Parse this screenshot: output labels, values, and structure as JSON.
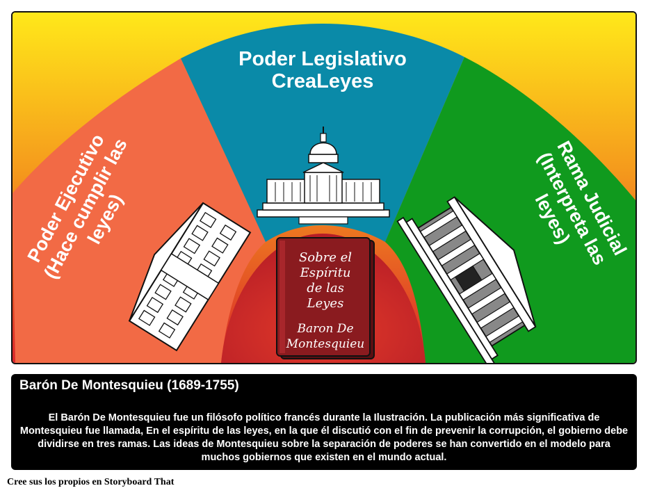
{
  "segments": {
    "legislative": {
      "line1": "Poder Legislativo",
      "line2": "CreaLeyes"
    },
    "executive": {
      "line1": "Poder Ejecutivo",
      "line2": "(Hace cumplir las",
      "line3": "leyes)"
    },
    "judicial": {
      "line1": "Rama Judicial",
      "line2": "(Interpreta las",
      "line3": "leyes)"
    }
  },
  "book": {
    "line1": "Sobre el",
    "line2": "Espíritu",
    "line3": "de las",
    "line4": "Leyes",
    "line5": "Baron De",
    "line6": "Montesquieu"
  },
  "caption": {
    "title": "Barón De Montesquieu (1689-1755)",
    "body": "El Barón De Montesquieu fue un filósofo político francés durante la Ilustración. La publicación más significativa de Montesquieu fue llamada, En el espíritu de las leyes, en la que él discutió con el fin de prevenir la corrupción, el gobierno debe dividirse en tres ramas. Las ideas de Montesquieu sobre la separación de poderes se han convertido en el modelo para muchos gobiernos que existen en el mundo actual."
  },
  "footer": "Cree sus los propios en Storyboard That",
  "colors": {
    "executive": "#f26a45",
    "legislative": "#0a8aa8",
    "judicial": "#109a1e",
    "center": "#cc2a2a",
    "book": "#8a1b1f"
  },
  "icons": [
    "white-house-icon",
    "capitol-icon",
    "supreme-court-icon",
    "book-icon"
  ]
}
